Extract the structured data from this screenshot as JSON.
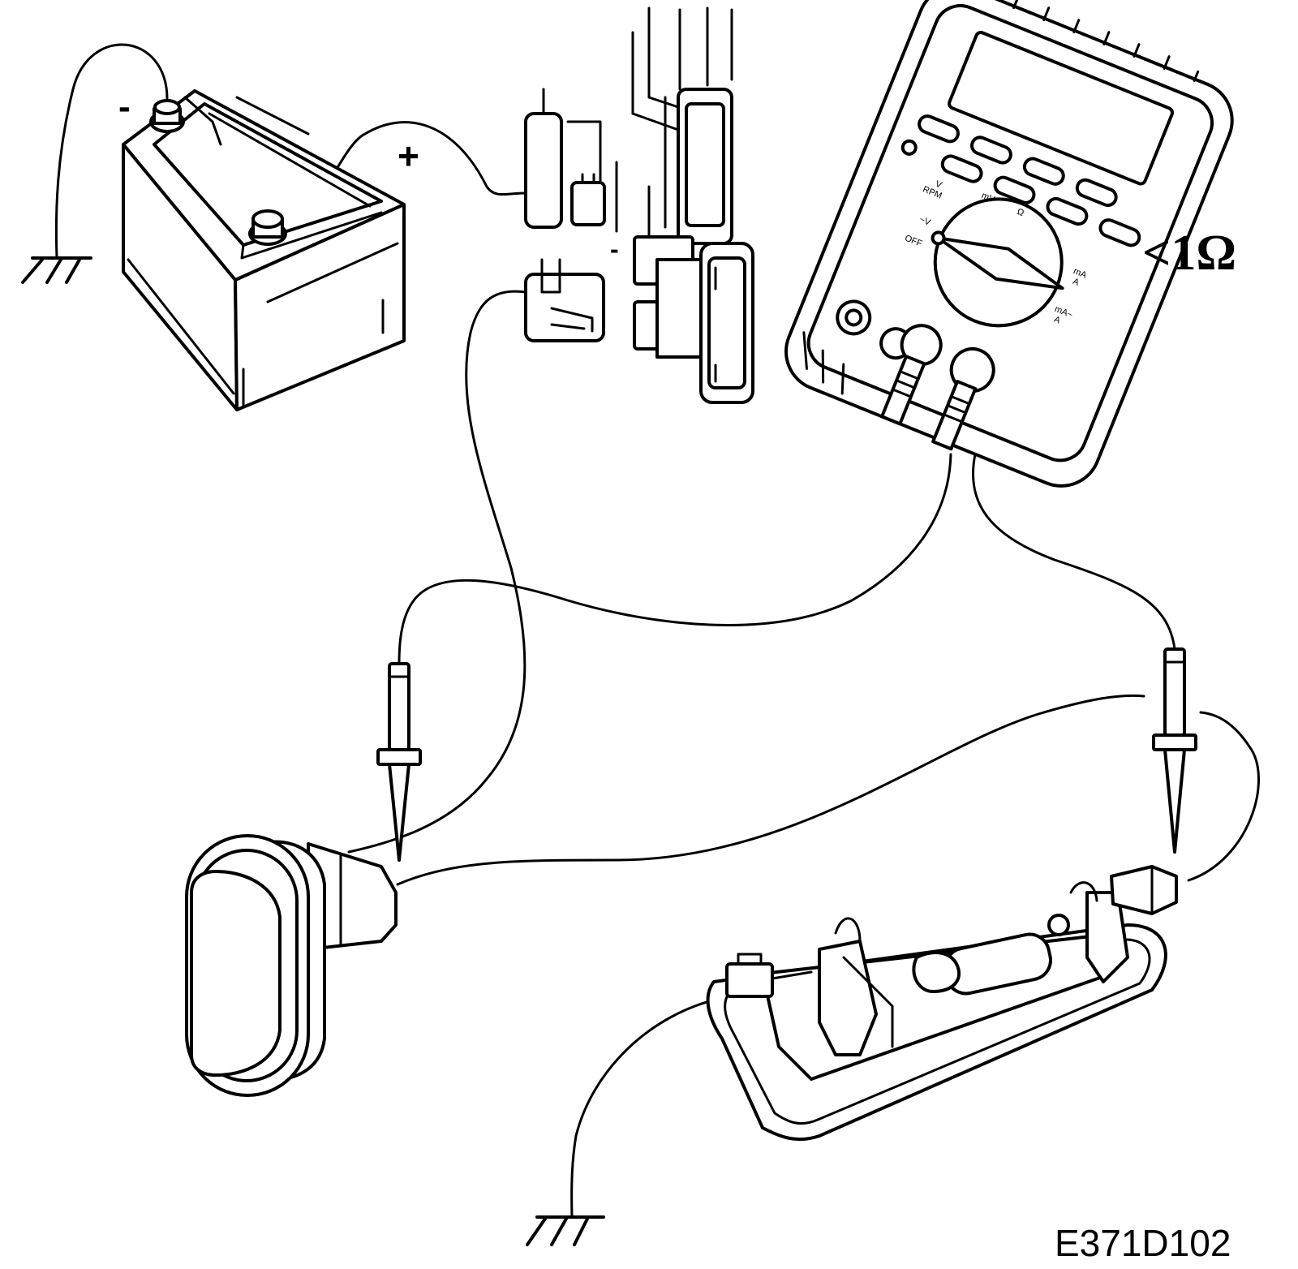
{
  "battery": {
    "negative_symbol": "-",
    "positive_symbol": "+"
  },
  "fuse_panel": {
    "marker": "-"
  },
  "multimeter": {
    "dial_labels": {
      "v_rpm": "V",
      "rpm": "RPM",
      "mv": "mV",
      "ohm": "Ω",
      "ac_v": "~V",
      "off": "OFF",
      "ma_a": "mA",
      "a": "A",
      "ma_ac": "mA~",
      "a_ac": "A"
    }
  },
  "reading": {
    "value": "<1Ω"
  },
  "figure": {
    "code": "E371D102"
  },
  "icons": [
    "ground-symbol-icon",
    "battery-icon",
    "multimeter-icon",
    "test-probe-icon",
    "switch-icon",
    "lamp-icon",
    "fuse-icon"
  ]
}
